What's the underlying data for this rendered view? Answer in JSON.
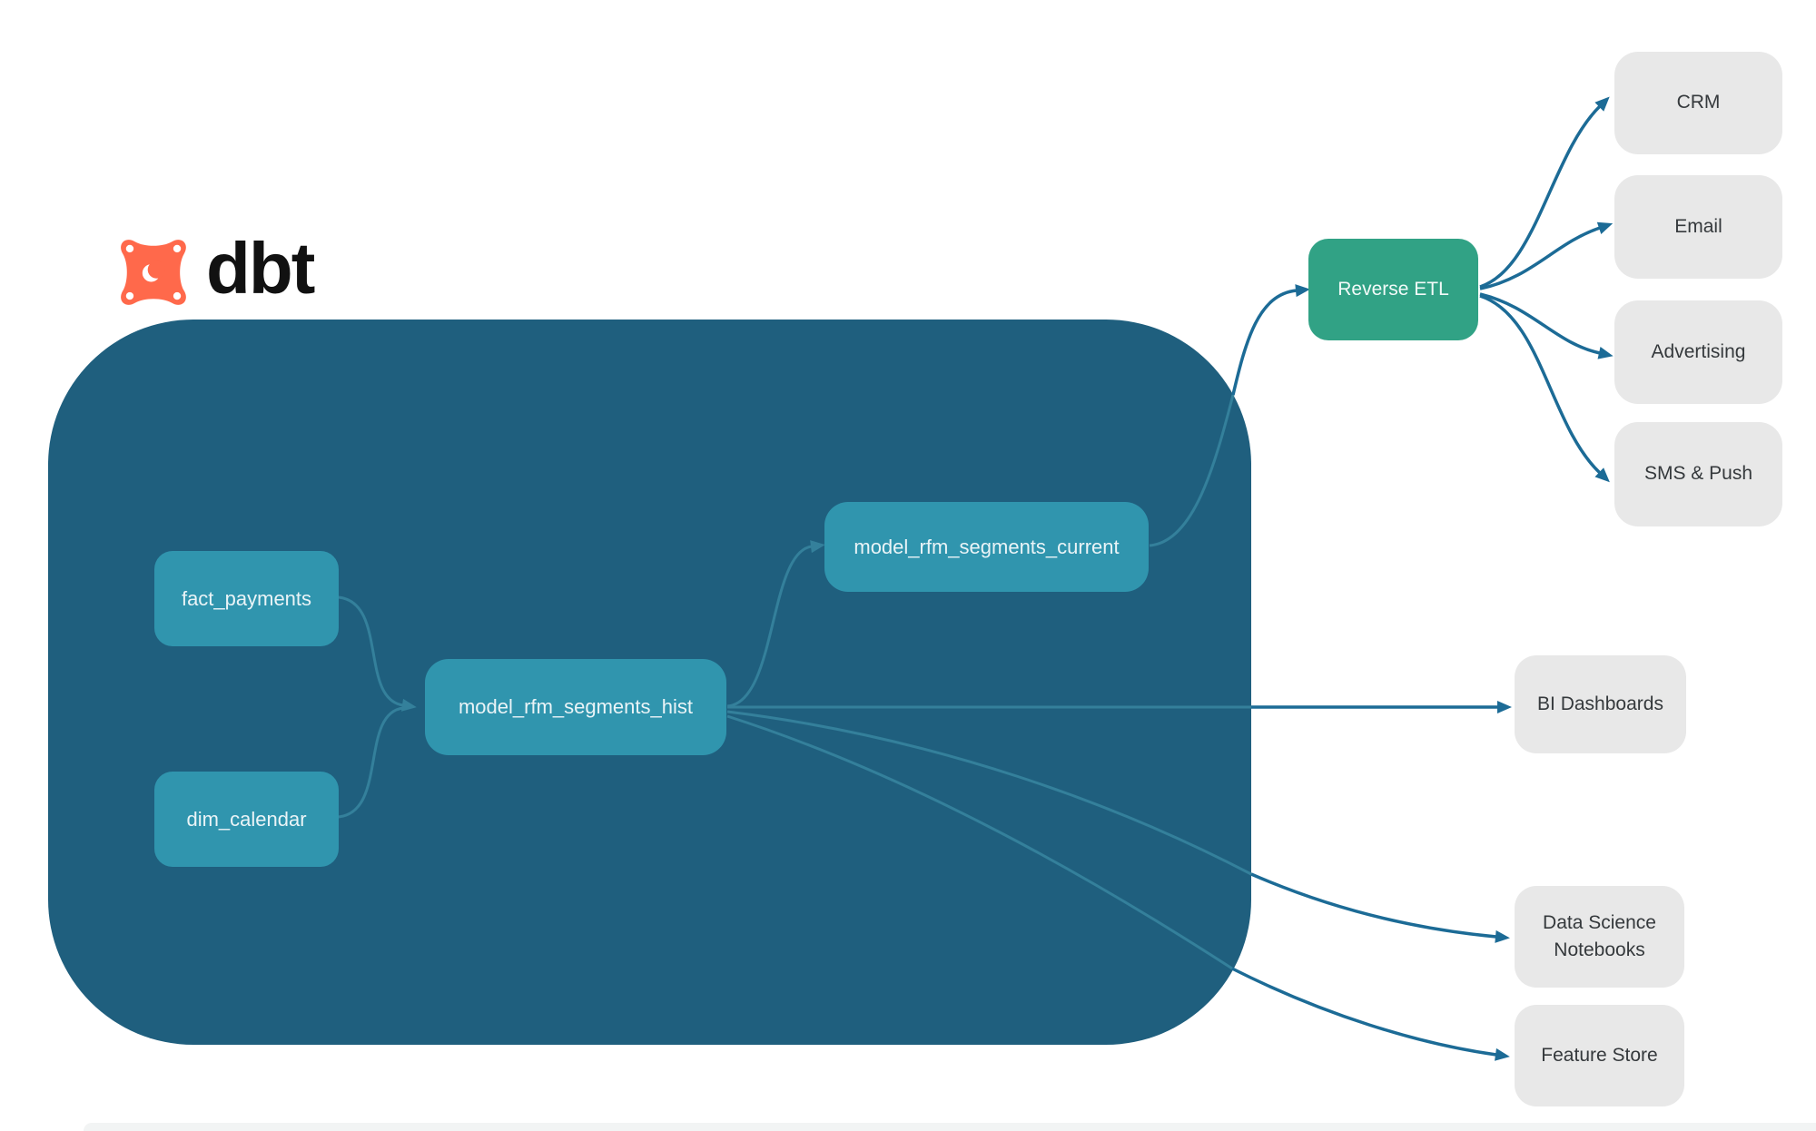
{
  "logo": {
    "text": "dbt",
    "icon": "dbt-flame-icon"
  },
  "colors": {
    "container": "#1f5f7e",
    "model_node": "#3095ae",
    "reverse_etl_node": "#31a285",
    "destination_node": "#e8e8e8",
    "edge_dark": "#1c6b96",
    "edge_light": "#34809b",
    "node_text_light": "#eaf4f7",
    "node_text_dark": "#35393c",
    "logo_orange": "#ff694b"
  },
  "nodes": {
    "fact_payments": {
      "label": "fact_payments"
    },
    "dim_calendar": {
      "label": "dim_calendar"
    },
    "model_rfm_segments_hist": {
      "label": "model_rfm_segments_hist"
    },
    "model_rfm_segments_current": {
      "label": "model_rfm_segments_current"
    },
    "reverse_etl": {
      "label": "Reverse ETL"
    },
    "crm": {
      "label": "CRM"
    },
    "email": {
      "label": "Email"
    },
    "advertising": {
      "label": "Advertising"
    },
    "sms_push": {
      "label": "SMS & Push"
    },
    "bi_dashboards": {
      "label": "BI Dashboards"
    },
    "data_science_notebooks": {
      "label": "Data Science Notebooks"
    },
    "feature_store": {
      "label": "Feature Store"
    }
  },
  "edges": [
    {
      "from": "fact_payments",
      "to": "model_rfm_segments_hist"
    },
    {
      "from": "dim_calendar",
      "to": "model_rfm_segments_hist"
    },
    {
      "from": "model_rfm_segments_hist",
      "to": "model_rfm_segments_current"
    },
    {
      "from": "model_rfm_segments_hist",
      "to": "bi_dashboards"
    },
    {
      "from": "model_rfm_segments_hist",
      "to": "data_science_notebooks"
    },
    {
      "from": "model_rfm_segments_hist",
      "to": "feature_store"
    },
    {
      "from": "model_rfm_segments_current",
      "to": "reverse_etl"
    },
    {
      "from": "reverse_etl",
      "to": "crm"
    },
    {
      "from": "reverse_etl",
      "to": "email"
    },
    {
      "from": "reverse_etl",
      "to": "advertising"
    },
    {
      "from": "reverse_etl",
      "to": "sms_push"
    }
  ]
}
